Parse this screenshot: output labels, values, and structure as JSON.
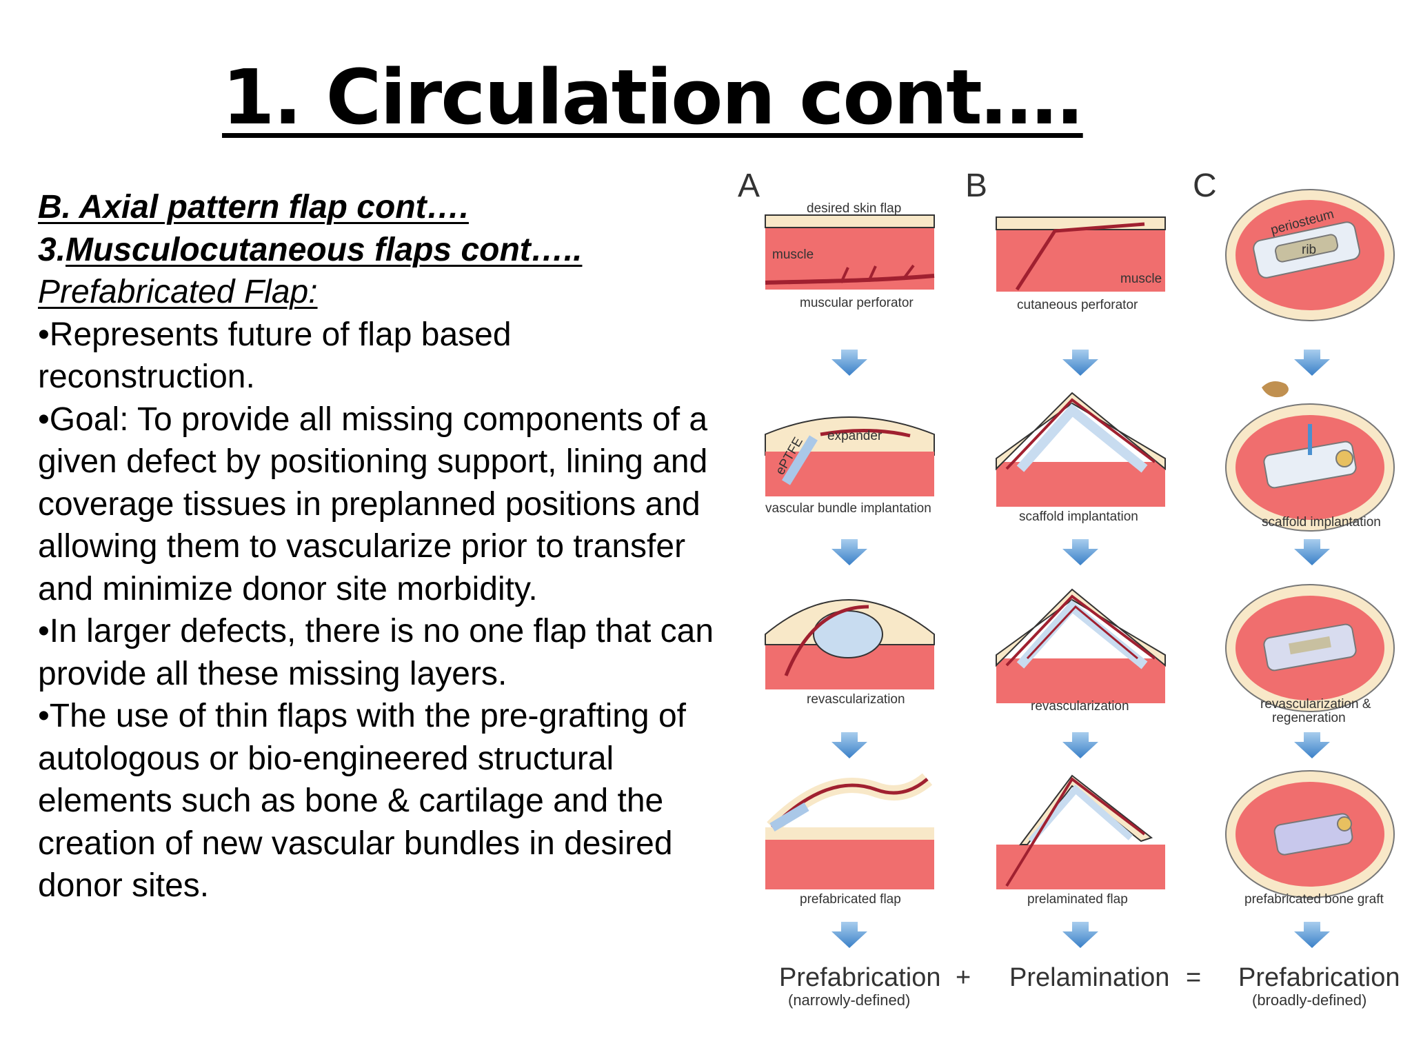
{
  "title": "1. Circulation cont….",
  "text": {
    "heading1": "B. Axial pattern flap cont….",
    "heading2_prefix": "3.",
    "heading2_underlined": "Musculocutaneous flaps cont….. ",
    "subheading": "Prefabricated Flap:",
    "bullets": [
      "•Represents future of flap based reconstruction.",
      "•Goal: To provide all missing components of a given defect by positioning support, lining and coverage tissues in preplanned positions and allowing them to vascularize prior to transfer and minimize donor site morbidity.",
      "•In larger defects, there is no one flap that can provide all these missing layers.",
      "•The use of thin flaps with the pre-grafting of autologous or bio-engineered structural elements such as bone & cartilage and the creation of new vascular bundles in desired donor sites."
    ]
  },
  "figure": {
    "columns": [
      "A",
      "B",
      "C"
    ],
    "labels": {
      "a1_top": "desired skin flap",
      "a1_muscle": "muscle",
      "a1_bottom": "muscular perforator",
      "a2_expander": "expander",
      "a2_eptfe": "ePTFE",
      "a2_bottom": "vascular bundle implantation",
      "a3": "revascularization",
      "a4": "prefabricated flap",
      "b1_muscle": "muscle",
      "b1_bottom": "cutaneous perforator",
      "b2": "scaffold implantation",
      "b3": "revascularization",
      "b4": "prelaminated flap",
      "c1_periosteum": "periosteum",
      "c1_rib": "rib",
      "c2": "scaffold implantation",
      "c3_line1": "revascularization &",
      "c3_line2": "regeneration",
      "c4": "prefabricated bone graft"
    },
    "equation": {
      "term1": "Prefabrication",
      "term1_note": "(narrowly-defined)",
      "plus": "+",
      "term2": "Prelamination",
      "equals": "=",
      "term3": "Prefabrication",
      "term3_note": "(broadly-defined)"
    },
    "colors": {
      "muscle": "#f06e6e",
      "skin": "#f8e8c8",
      "vessel": "#a02030",
      "arrow": "#4a90d0",
      "scaffold": "#c8dcf0"
    }
  }
}
